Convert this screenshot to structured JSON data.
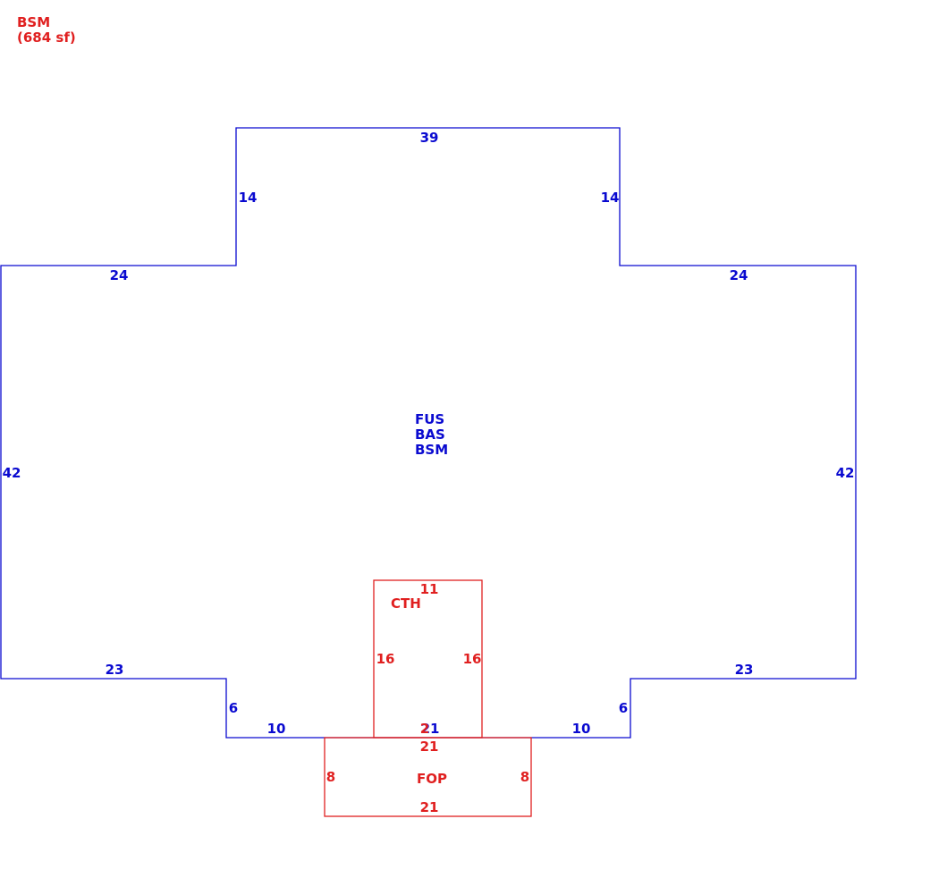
{
  "header": {
    "code": "BSM",
    "area": "(684 sf)",
    "color": "#e02020"
  },
  "colors": {
    "main": "#0a0ad0",
    "sub": "#e02020"
  },
  "main_area": {
    "labels": [
      "FUS",
      "BAS",
      "BSM"
    ],
    "dims": {
      "top": "39",
      "upper_left_side": "14",
      "upper_right_side": "14",
      "left_shoulder": "24",
      "right_shoulder": "24",
      "left_side": "42",
      "right_side": "42",
      "lower_left_bottom": "23",
      "lower_right_bottom": "23",
      "left_step": "6",
      "right_step": "6",
      "left_inner_bottom": "10",
      "right_inner_bottom": "10",
      "center_bottom": "21"
    }
  },
  "cth": {
    "label": "CTH",
    "dims": {
      "top": "11",
      "left": "16",
      "right": "16",
      "bottom": "2"
    }
  },
  "fop": {
    "label": "FOP",
    "dims": {
      "top": "21",
      "left": "8",
      "right": "8",
      "bottom": "21"
    }
  }
}
